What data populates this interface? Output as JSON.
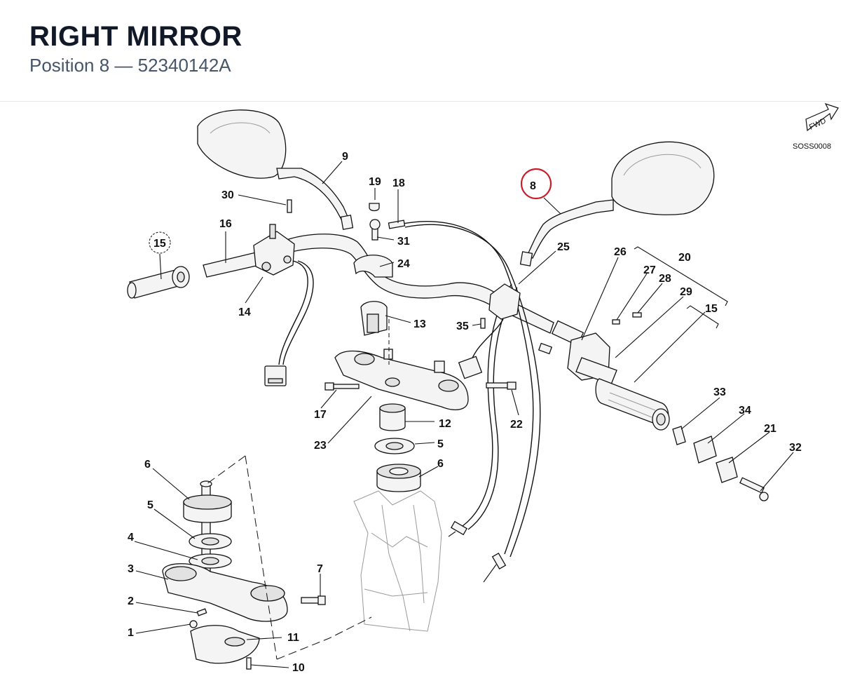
{
  "header": {
    "title": "RIGHT MIRROR",
    "subtitle": "Position 8 — 52340142A"
  },
  "diagram": {
    "code": "SOSS0008",
    "fwd_label": "FWD",
    "highlight_color": "#c81e2a",
    "highlighted_callout": "8",
    "callouts": {
      "c1": "1",
      "c2": "2",
      "c3": "3",
      "c4": "4",
      "c5a": "5",
      "c5b": "5",
      "c6a": "6",
      "c6b": "6",
      "c7": "7",
      "c8": "8",
      "c9": "9",
      "c10": "10",
      "c11": "11",
      "c12": "12",
      "c13": "13",
      "c14": "14",
      "c15a": "15",
      "c15b": "15",
      "c16": "16",
      "c17": "17",
      "c18": "18",
      "c19": "19",
      "c20": "20",
      "c21": "21",
      "c22": "22",
      "c23": "23",
      "c24": "24",
      "c25": "25",
      "c26": "26",
      "c27": "27",
      "c28": "28",
      "c29": "29",
      "c30": "30",
      "c31": "31",
      "c32": "32",
      "c33": "33",
      "c34": "34",
      "c35": "35"
    }
  }
}
